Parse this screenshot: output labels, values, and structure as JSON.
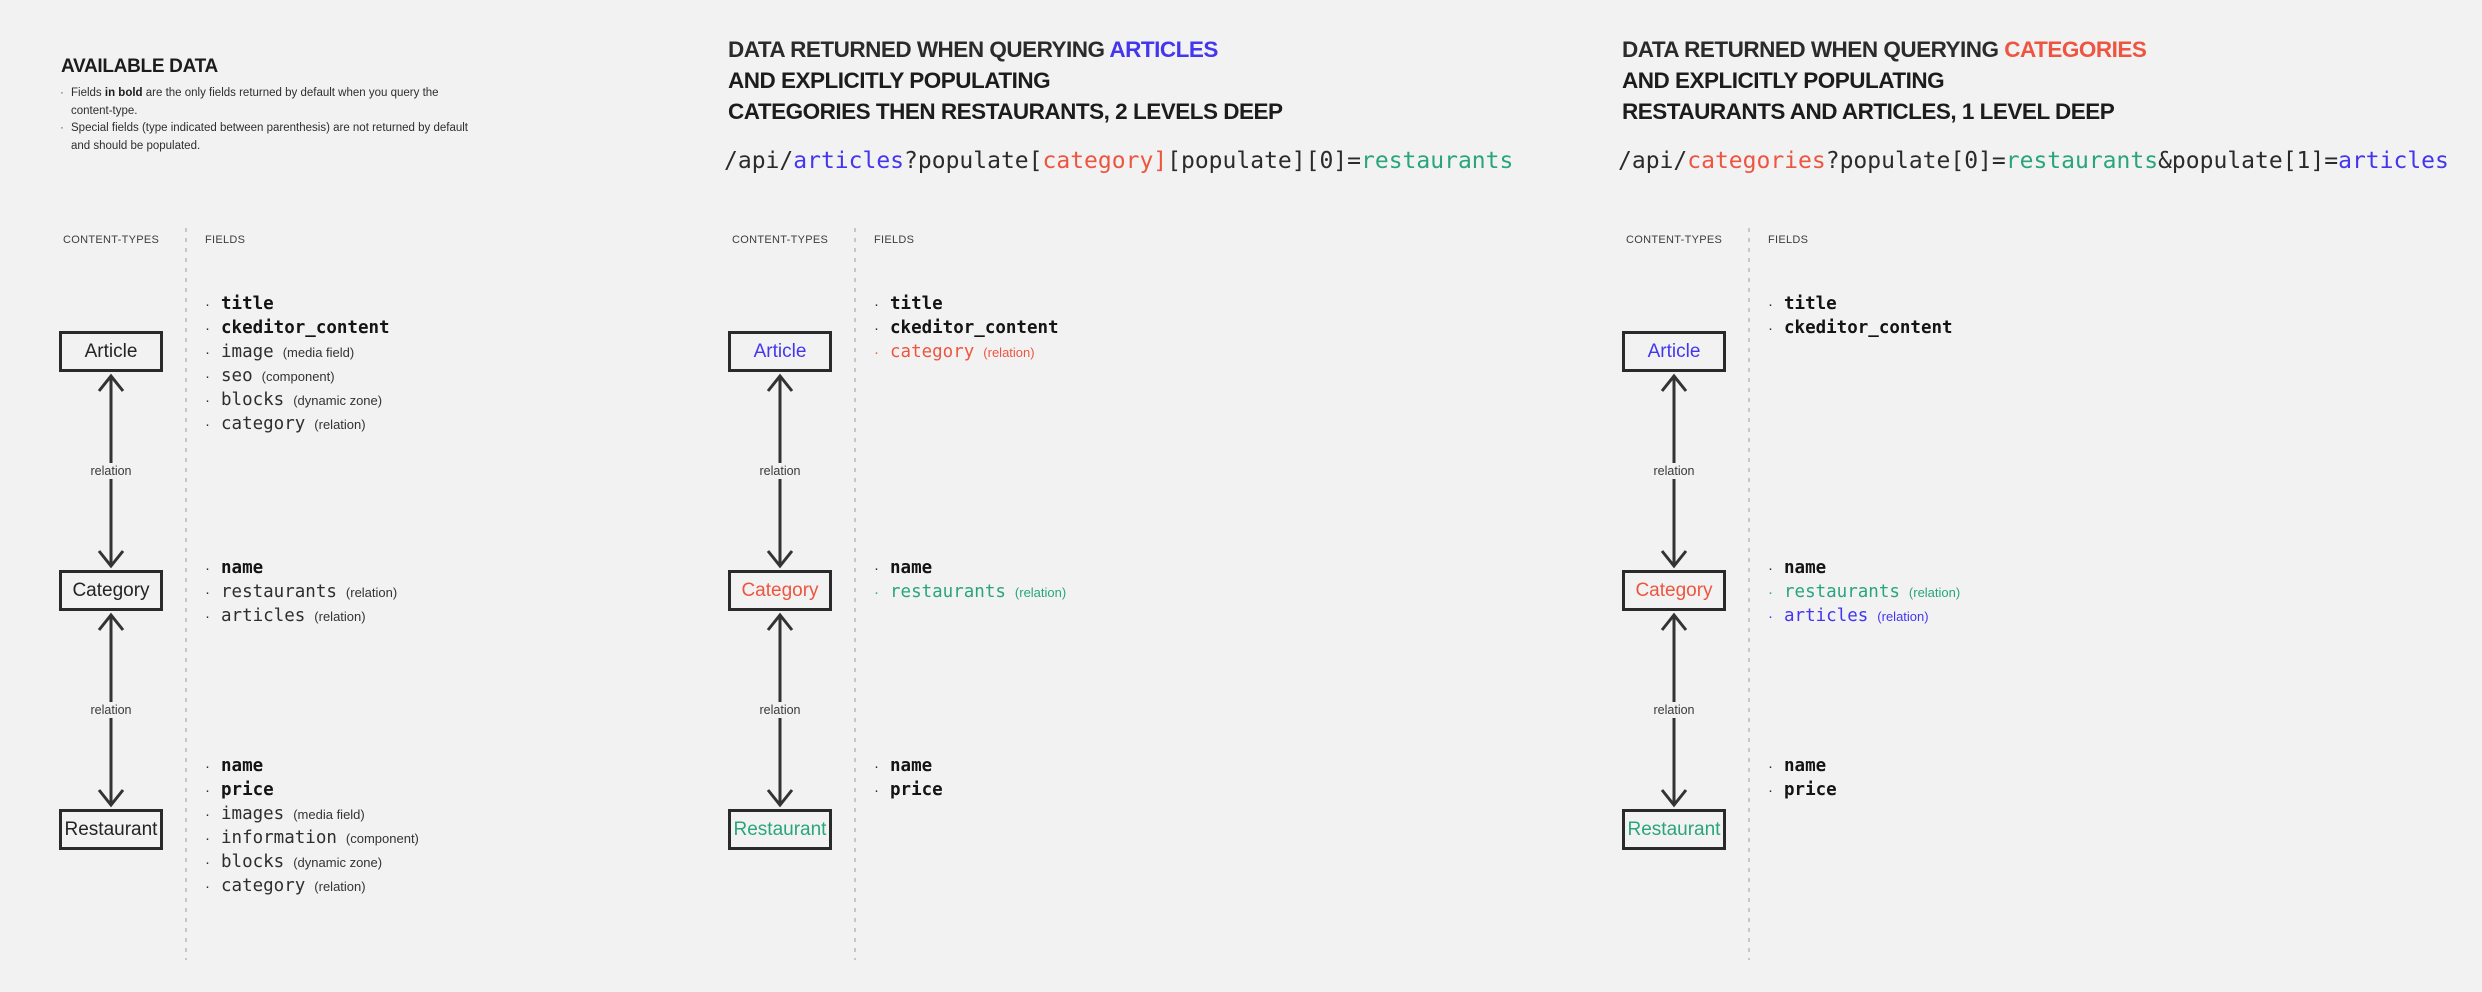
{
  "colors": {
    "blue": "#4436ee",
    "red": "#ee5540",
    "teal": "#29a57d",
    "dark": "#2b2b2b",
    "background": "#f2f2f2"
  },
  "labels": {
    "content_types": "CONTENT-TYPES",
    "fields": "FIELDS",
    "relation": "relation",
    "bullet": "·"
  },
  "panels": [
    {
      "title": "AVAILABLE DATA",
      "notes": [
        {
          "parts": [
            "Fields ",
            "in bold",
            " are the only fields returned by default when you query the content-type."
          ]
        },
        {
          "text": "Special fields (type indicated between parenthesis) are not returned by default and should be populated."
        }
      ],
      "boxes": [
        {
          "label": "Article",
          "color": "dark",
          "fields": [
            {
              "name": "title",
              "bold": true
            },
            {
              "name": "ckeditor_content",
              "bold": true
            },
            {
              "name": "image",
              "annotation": "(media field)"
            },
            {
              "name": "seo",
              "annotation": "(component)"
            },
            {
              "name": "blocks",
              "annotation": "(dynamic zone)"
            },
            {
              "name": "category",
              "annotation": "(relation)"
            }
          ]
        },
        {
          "label": "Category",
          "color": "dark",
          "fields": [
            {
              "name": "name",
              "bold": true
            },
            {
              "name": "restaurants",
              "annotation": "(relation)"
            },
            {
              "name": "articles",
              "annotation": "(relation)"
            }
          ]
        },
        {
          "label": "Restaurant",
          "color": "dark",
          "fields": [
            {
              "name": "name",
              "bold": true
            },
            {
              "name": "price",
              "bold": true
            },
            {
              "name": "images",
              "annotation": "(media field)"
            },
            {
              "name": "information",
              "annotation": "(component)"
            },
            {
              "name": "blocks",
              "annotation": "(dynamic zone)"
            },
            {
              "name": "category",
              "annotation": "(relation)"
            }
          ]
        }
      ]
    },
    {
      "title_lines": [
        {
          "parts": [
            {
              "text": "DATA RETURNED WHEN QUERYING ",
              "color": "dark"
            },
            {
              "text": "ARTICLES",
              "color": "blue"
            }
          ]
        },
        {
          "text": "AND EXPLICITLY POPULATING"
        },
        {
          "text": "CATEGORIES THEN RESTAURANTS, 2 LEVELS DEEP"
        }
      ],
      "url_segments": [
        {
          "text": "/api/",
          "color": "dark"
        },
        {
          "text": "articles",
          "color": "blue"
        },
        {
          "text": "?populate[",
          "color": "dark"
        },
        {
          "text": "category]",
          "color": "red"
        },
        {
          "text": "[populate][0]=",
          "color": "dark"
        },
        {
          "text": "restaurants",
          "color": "teal"
        }
      ],
      "boxes": [
        {
          "label": "Article",
          "color": "blue",
          "fields": [
            {
              "name": "title",
              "bold": true
            },
            {
              "name": "ckeditor_content",
              "bold": true
            },
            {
              "name": "category",
              "annotation": "(relation)",
              "color": "red"
            }
          ]
        },
        {
          "label": "Category",
          "color": "red",
          "fields": [
            {
              "name": "name",
              "bold": true
            },
            {
              "name": "restaurants",
              "annotation": "(relation)",
              "color": "teal"
            }
          ]
        },
        {
          "label": "Restaurant",
          "color": "teal",
          "fields": [
            {
              "name": "name",
              "bold": true
            },
            {
              "name": "price",
              "bold": true
            }
          ]
        }
      ]
    },
    {
      "title_lines": [
        {
          "parts": [
            {
              "text": "DATA RETURNED WHEN QUERYING ",
              "color": "dark"
            },
            {
              "text": "CATEGORIES",
              "color": "red"
            }
          ]
        },
        {
          "text": "AND EXPLICITLY POPULATING"
        },
        {
          "text": "RESTAURANTS AND ARTICLES, 1 LEVEL DEEP"
        }
      ],
      "url_segments": [
        {
          "text": "/api/",
          "color": "dark"
        },
        {
          "text": "categories",
          "color": "red"
        },
        {
          "text": "?populate[0]=",
          "color": "dark"
        },
        {
          "text": "restaurants",
          "color": "teal"
        },
        {
          "text": "&populate[1]=",
          "color": "dark"
        },
        {
          "text": "articles",
          "color": "blue"
        }
      ],
      "boxes": [
        {
          "label": "Article",
          "color": "blue",
          "fields": [
            {
              "name": "title",
              "bold": true
            },
            {
              "name": "ckeditor_content",
              "bold": true
            }
          ]
        },
        {
          "label": "Category",
          "color": "red",
          "fields": [
            {
              "name": "name",
              "bold": true
            },
            {
              "name": "restaurants",
              "annotation": "(relation)",
              "color": "teal"
            },
            {
              "name": "articles",
              "annotation": "(relation)",
              "color": "blue"
            }
          ]
        },
        {
          "label": "Restaurant",
          "color": "teal",
          "fields": [
            {
              "name": "name",
              "bold": true
            },
            {
              "name": "price",
              "bold": true
            }
          ]
        }
      ]
    }
  ]
}
